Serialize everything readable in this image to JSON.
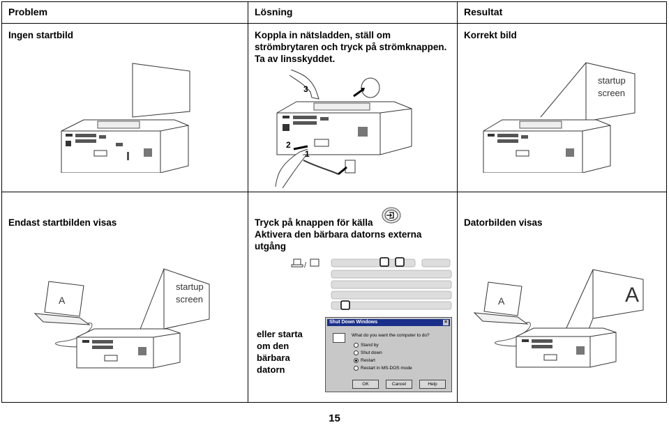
{
  "table": {
    "headers": {
      "problem": "Problem",
      "solution": "Lösning",
      "result": "Resultat"
    },
    "rows": [
      {
        "problem": "Ingen startbild",
        "solution_lines": [
          "Koppla in nätsladden, ställ om",
          "strömbrytaren och tryck på strömknappen.",
          "Ta av linsskyddet."
        ],
        "result": "Korrekt bild",
        "figure_labels": {
          "step_3": "3",
          "step_2": "2",
          "step_1": "1",
          "screen_line1": "startup",
          "screen_line2": "screen"
        }
      },
      {
        "problem": "Endast startbilden visas",
        "solution_lines": [
          "Tryck på knappen för källa",
          "Aktivera den bärbara datorns externa",
          "utgång"
        ],
        "alt_lines": [
          "eller starta",
          "om den",
          "bärbara",
          "datorn"
        ],
        "result": "Datorbilden visas",
        "figure_labels": {
          "laptop_letter": "A",
          "screen_line1": "startup",
          "screen_line2": "screen",
          "result_screen_letter": "A",
          "result_laptop_letter": "A"
        }
      }
    ]
  },
  "dialog": {
    "title": "Shut Down Windows",
    "close": "×",
    "question": "What do you want the computer to do?",
    "options": [
      "Stand by",
      "Shut down",
      "Restart",
      "Restart in MS-DOS mode"
    ],
    "selected": "Restart",
    "buttons": [
      "OK",
      "Cancel",
      "Help"
    ]
  },
  "page_number": "15"
}
